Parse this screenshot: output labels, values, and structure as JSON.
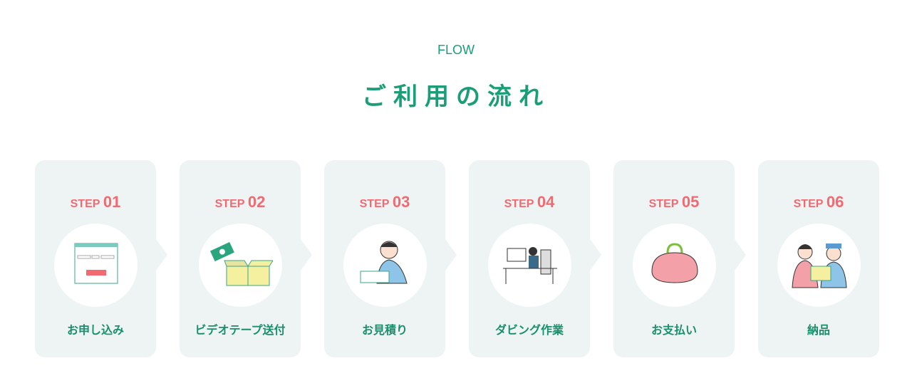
{
  "header": {
    "eyebrow": "FLOW",
    "title": "ご利用の流れ"
  },
  "colors": {
    "green": "#1a9e78",
    "pink": "#f16a72",
    "card": "#eef4f4"
  },
  "steps": [
    {
      "prefix": "STEP",
      "num": "01",
      "label": "お申し込み",
      "icon": "application-form-icon"
    },
    {
      "prefix": "STEP",
      "num": "02",
      "label": "ビデオテープ送付",
      "icon": "shipping-box-icon"
    },
    {
      "prefix": "STEP",
      "num": "03",
      "label": "お見積り",
      "icon": "estimate-person-icon"
    },
    {
      "prefix": "STEP",
      "num": "04",
      "label": "ダビング作業",
      "icon": "dubbing-workstation-icon"
    },
    {
      "prefix": "STEP",
      "num": "05",
      "label": "お支払い",
      "icon": "coin-purse-icon"
    },
    {
      "prefix": "STEP",
      "num": "06",
      "label": "納品",
      "icon": "delivery-handover-icon"
    }
  ]
}
